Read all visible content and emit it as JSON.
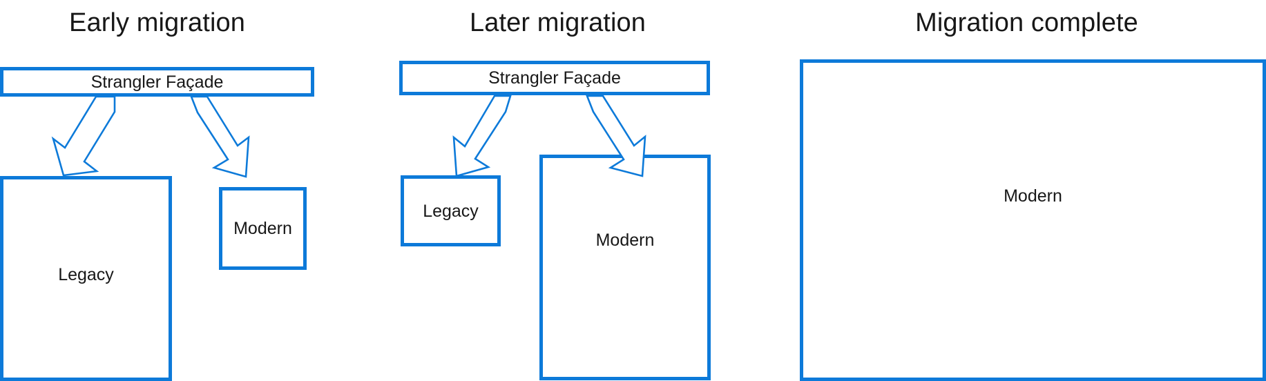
{
  "diagram": {
    "title_visible": false,
    "accent_color": "#0d7ad9",
    "text_color": "#171717",
    "background_color": "#ffffff"
  },
  "panels": [
    {
      "id": "early-migration",
      "title": "Early migration",
      "facade": {
        "label": "Strangler Façade"
      },
      "nodes": [
        {
          "id": "legacy",
          "label": "Legacy"
        },
        {
          "id": "modern",
          "label": "Modern"
        }
      ],
      "arrows": [
        {
          "from": "Strangler Façade",
          "to": "Legacy"
        },
        {
          "from": "Strangler Façade",
          "to": "Modern"
        }
      ]
    },
    {
      "id": "later-migration",
      "title": "Later migration",
      "facade": {
        "label": "Strangler Façade"
      },
      "nodes": [
        {
          "id": "legacy",
          "label": "Legacy"
        },
        {
          "id": "modern",
          "label": "Modern"
        }
      ],
      "arrows": [
        {
          "from": "Strangler Façade",
          "to": "Legacy"
        },
        {
          "from": "Strangler Façade",
          "to": "Modern"
        }
      ]
    },
    {
      "id": "migration-complete",
      "title": "Migration complete",
      "facade": null,
      "nodes": [
        {
          "id": "modern",
          "label": "Modern"
        }
      ],
      "arrows": []
    }
  ]
}
